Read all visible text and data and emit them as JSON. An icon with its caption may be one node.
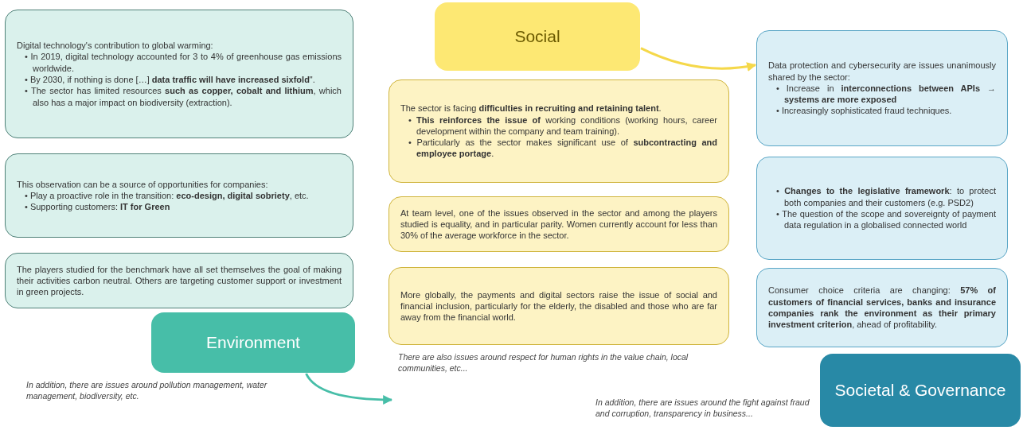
{
  "diagram": {
    "nodes": [
      {
        "text": [
          "Digital technology's contribution to global warming:",
          "• In 2019, digital technology accounted for 3 to 4% of greenhouse gas emissions worldwide.",
          "• By 2030, if nothing is done […] **data traffic will have increased sixfold**\".",
          "• The sector has limited resources **such as copper, cobalt and lithium**, which also has a major impact on biodiversity (extraction)."
        ]
      },
      {
        "text": [
          "This observation can be a source of opportunities for companies:",
          "• Play a proactive role in the transition: **eco-design, digital sobriety**, etc.",
          "• Supporting customers: **IT for Green**"
        ]
      },
      {
        "text": [
          "The players studied for the benchmark have all set themselves the goal of making their activities carbon neutral. Others are targeting customer support or investment in green projects."
        ]
      },
      {
        "text": [
          "Environment"
        ]
      },
      {
        "text": [
          "Social"
        ]
      },
      {
        "text": [
          "The sector is facing **difficulties in recruiting and retaining talent**.",
          "• **This reinforces the issue of** working conditions (working hours, career development within the company and team training).",
          "• Particularly as the sector makes significant use of **subcontracting and employee portage**."
        ]
      },
      {
        "text": [
          "At team level, one of the issues observed in the sector and among the players studied is equality, and in particular parity. Women currently account for less than 30% of the average workforce in the sector."
        ]
      },
      {
        "text": [
          "More globally, the payments and digital sectors raise the issue of social and financial inclusion, particularly for the elderly, the disabled and those who are far away from the financial world."
        ]
      },
      {
        "text": [
          "Data protection and cybersecurity are issues unanimously shared by the sector:",
          "• Increase in **interconnections between APIs → systems are more exposed**",
          "• Increasingly sophisticated fraud techniques."
        ]
      },
      {
        "text": [
          "• **Changes to the legislative framework**: to protect both companies and their customers (e.g. PSD2)",
          "• The question of the scope and sovereignty of payment data regulation in a globalised connected world"
        ]
      },
      {
        "text": [
          "Consumer choice criteria are changing: **57% of customers of financial services, banks and insurance companies rank the environment as their primary investment criterion**, ahead of profitability."
        ]
      },
      {
        "text": [
          "Societal & Governance"
        ]
      }
    ],
    "edges": [
      {
        "from": 3,
        "to": null,
        "arrow": "to",
        "color": "#47bea8"
      },
      {
        "from": 4,
        "to": 8,
        "arrow": "to",
        "color": "#f5d84a"
      }
    ],
    "labels": [
      "There are also issues around respect for human rights in the value chain, local communities, etc...",
      "In addition, there are issues around pollution management, water management, biodiversity, etc.",
      "In addition, there are issues around the fight against fraud and corruption, transparency in business..."
    ]
  }
}
